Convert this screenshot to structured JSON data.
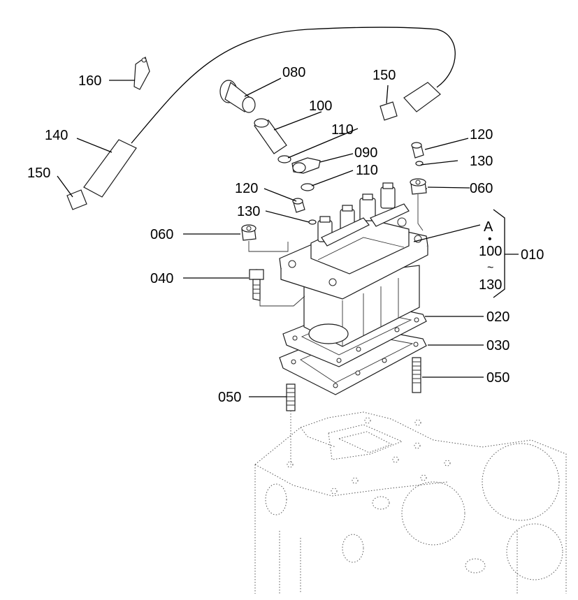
{
  "callouts": {
    "p160": "160",
    "p080": "080",
    "p150_top": "150",
    "p100": "100",
    "p140": "140",
    "p110_a": "110",
    "p120_right": "120",
    "p090": "090",
    "p150_left": "150",
    "p110_b": "110",
    "p130_right": "130",
    "p120_left": "120",
    "p060_right": "060",
    "p130_left": "130",
    "p060_left": "060",
    "p040": "040",
    "p020": "020",
    "p030": "030",
    "p050_right": "050",
    "p050_left": "050"
  },
  "assembly_group": {
    "letter": "A",
    "bullet": "•",
    "range_start": "100",
    "range_symbol": "~",
    "range_end": "130",
    "number": "010"
  }
}
